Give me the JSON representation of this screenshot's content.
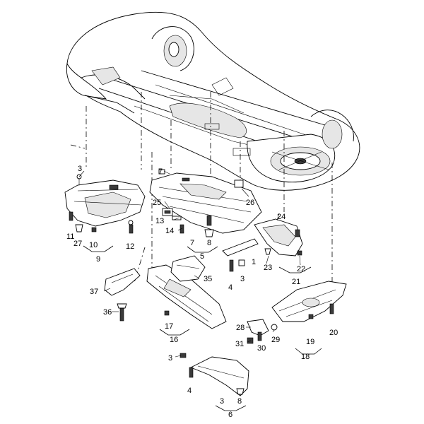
{
  "callouts": {
    "c1": "1",
    "c3a": "3",
    "c3b": "3",
    "c3c": "3",
    "c3d": "3",
    "c4a": "4",
    "c4b": "4",
    "c5": "5",
    "c6": "6",
    "c7a": "7",
    "c7b": "7",
    "c8a": "8",
    "c8b": "8",
    "c9": "9",
    "c10": "10",
    "c11": "11",
    "c12": "12",
    "c13": "13",
    "c14": "14",
    "c16": "16",
    "c17": "17",
    "c18": "18",
    "c19": "19",
    "c20": "20",
    "c21": "21",
    "c22": "22",
    "c23": "23",
    "c24": "24",
    "c25": "25",
    "c26": "26",
    "c27": "27",
    "c28": "28",
    "c29": "29",
    "c30": "30",
    "c31": "31",
    "c35": "35",
    "c36": "36",
    "c37": "37"
  }
}
